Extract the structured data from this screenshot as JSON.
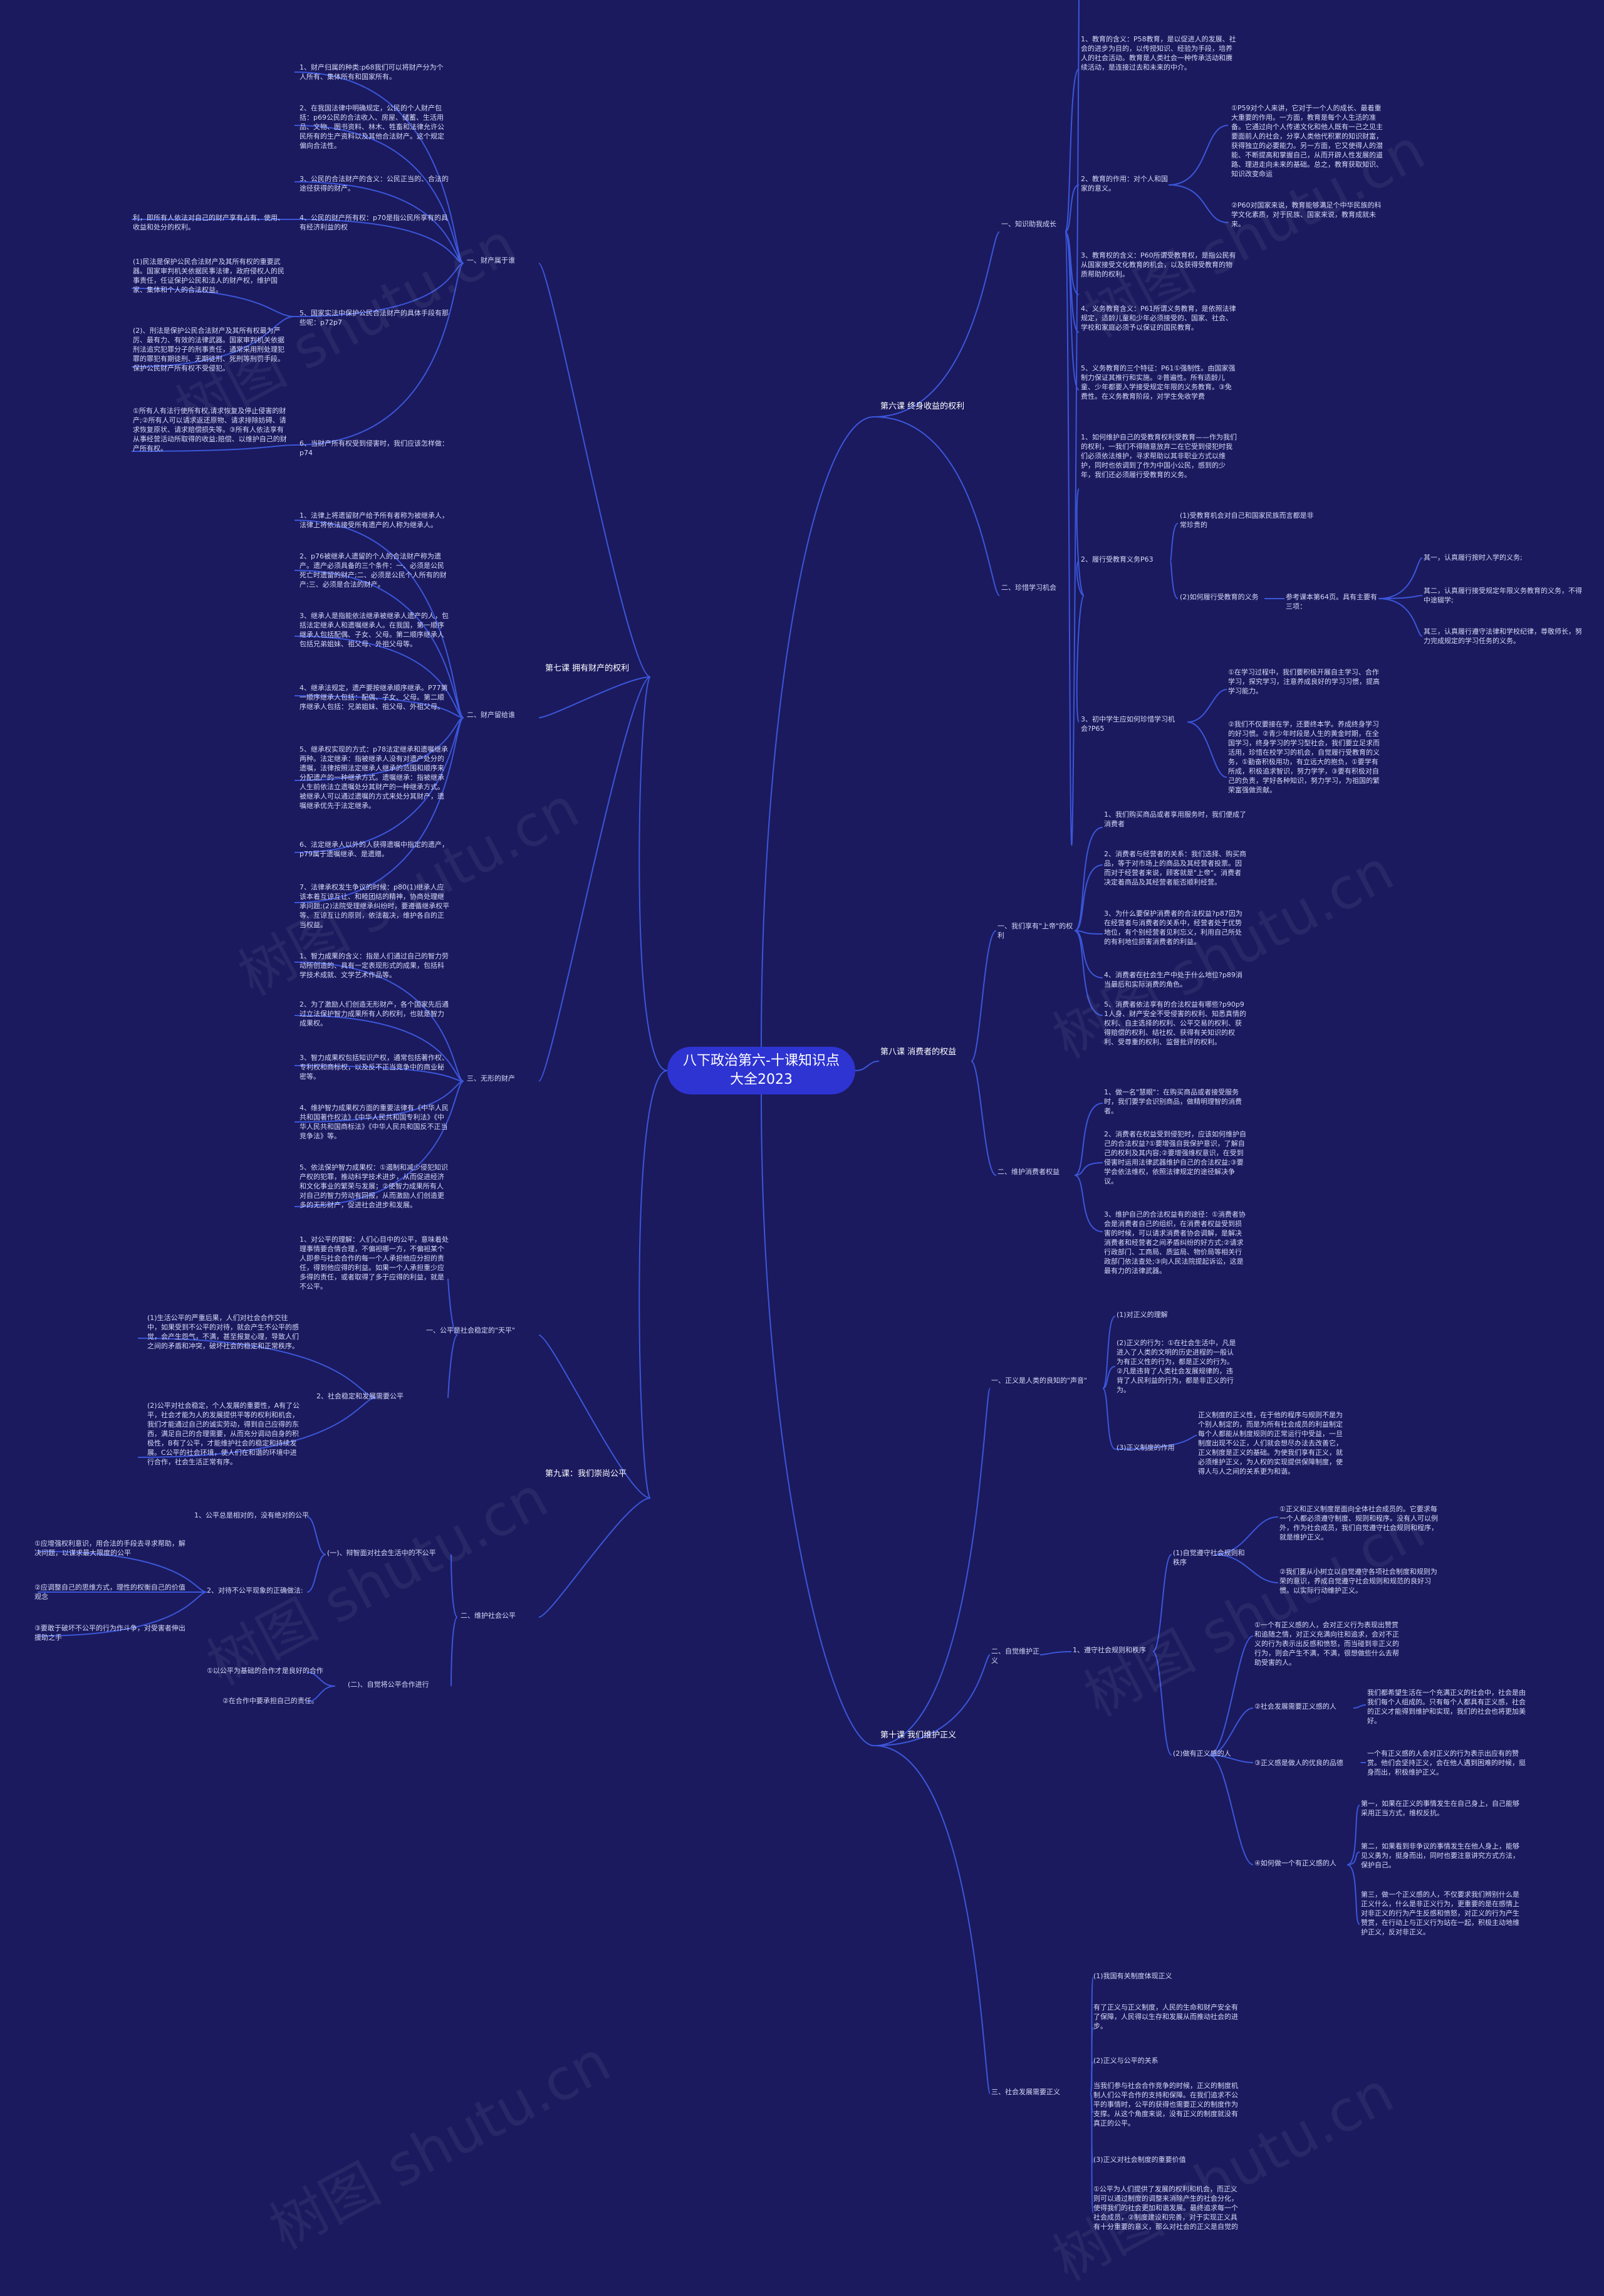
{
  "center": {
    "title": "八下政治第六-十课知识点\n大全2023"
  },
  "watermark": "树图 shutu.cn",
  "lessons": {
    "l6": "第六课 终身收益的权利",
    "l7": "第七课 拥有财产的权利",
    "l8": "第八课 消费者的权益",
    "l9": "第九课：我们崇尚公平",
    "l10": "第十课 我们维护正义"
  },
  "l6": {
    "s1": "一、知识助我成长",
    "s1_items": [
      "1、教育的含义：P58教育，是以促进人的发展、社会的进步为目的，以传授知识、经验为手段，培养人的社会活动。教育是人类社会一种传承活动和赓续活动，是连接过去和未来的中介。",
      "2、教育的作用：对个人和国家的意义。",
      "①P59对个人来讲，它对于一个人的成长、最着重大重要的作用。一方面，教育是每个人生活的准备。它通过向个人传递文化和他人既有一己之见主要面前人的社会，分享人类他代积累的知识财富，获得独立的必要能力。另一方面，它又使得人的潜能、不断提高和掌握自己，从而开辟人性发展的道路、理进走向未来的基础。总之，教育获取知识、知识改变命运",
      "②P60对国家来说，教育能够满足个中华民族的科学文化素质，对于民族、国家来说，教育成就未来。",
      "3、教育权的含义：P60所谓受教育权，是指公民有从国家接受文化教育的机会，以及获得受教育的物质帮助的权利。",
      "4、义务教育含义：P61所谓义务教育，是依照法律规定，适龄儿童和少年必须接受的、国家、社会、学校和家庭必须予以保证的国民教育。",
      "5、义务教育的三个特征：P61①强制性。由国家强制力保证其推行和实施。②普遍性。所有适龄儿童、少年都要入学接受规定年限的义务教育。③免费性。在义务教育阶段，对学生免收学费"
    ],
    "s2": "二、珍惜学习机会",
    "s2_items": [
      "1、如何维护自己的受教育权利受教育——作为我们的权利，一我们不得随意放弃二在它受到侵犯时我们必须依法维护，寻求帮助以其非职业方式以维护，同时也依调到了作为中国小公民，感到的少年，我们还必须履行受教育的义务。",
      "2、履行受教育义务P63",
      "(1)受教育机会对自己和国家民族而言都是非常珍贵的",
      "(2)如何履行受教育的义务",
      "参考课本第64页。具有主要有三项：",
      "其一，认真履行按时入学的义务;",
      "其二，认真履行接受规定年限义务教育的义务，不得中途辍学;",
      "其三，认真履行遵守法律和学校纪律，尊敬师长，努力完成规定的学习任务的义务。",
      "3、初中学生应如何珍惜学习机会?P65",
      "①在学习过程中，我们要积极开展自主学习、合作学习，探究学习，注意养成良好的学习习惯，提高学习能力。",
      "②我们不仅要接在学，还要终本学。养成终身学习的好习惯。②青少年时段是人生的黄金时期，在全国学习，终身学习的学习型社会，我们要立足求而活用，珍惜在校学习的机会，自觉履行受教育的义务，①勤奋积极用功，有立远大的抱负，①要学有所成，积极追求智识，努力学学，③要有积极对自己的负责，学好各种知识，努力学习，为祖国的繁荣富强做贡献。"
    ]
  },
  "l7": {
    "s1": "一、财产属于谁",
    "s1_items": [
      "1、财产归属的种类:p68我们可以将财产分为个人所有、集体所有和国家所有。",
      "2、在我国法律中明确规定，公民的个人财产包括：p69公民的合法收入、房屋、储蓄、生活用品、文物、图书资料、林木、牲畜和法律允许公民所有的生产资料以及其他合法财产。这个规定偏向合法性。",
      "3、公民的合法财产的含义：公民正当的、合法的途径获得的财产。",
      "4、公民的财产所有权：p70是指公民所享有的具有经济利益的权",
      "利，即所有人依法对自己的财产享有占有、使用、收益和处分的权利。",
      "5、国家实法中保护公民合法财产的具体手段有那些呢：p72p7",
      "(1)民法是保护公民合法财产及其所有权的重要武器。国家审判机关依据民事法律，政府侵权人的民事责任，任证保护公民和法人的财产权，维护国家、集体和个人的合法权益。",
      "(2)、刑法是保护公民合法财产及其所有权最为严厉、最有力、有效的法律武器。国家审判机关依据刑法追究犯罪分子的刑事责任，通常采用刑处理犯罪的罪犯有期徒刑、无期徒刑、死刑等刑罚手段。保护公民财产所有权不受侵犯。",
      "6、当财产所有权受到侵害时，我们应该怎样做：p74",
      "①所有人有法行使所有权,请求恢复及停止侵害的财产;②所有人可以请求返还原物、请求排除妨碍、请求恢复原状、请求赔偿损失等。③所有人依法享有从事经营活动所取得的收益;赔偿、以维护自己的财产所有权。"
    ],
    "s2": "二、财产留给谁",
    "s2_items": [
      "1、法律上将遗留财产给予所有者称为被继承人，法律上将依法接受所有遗产的人称为继承人。",
      "2、p76被继承人遗留的个人的合法财产称为遗产。遗产必须具备的三个条件：一、必须是公民死亡时遗留的财产;二、必须是公民个人所有的财产;三、必须是合法的财产。",
      "3、继承人是指能依法继承被继承人遗产的人，包括法定继承人和遗嘱继承人。在我国，第一顺序继承人包括配偶、子女、父母。第二顺序继承人包括兄弟姐妹、祖父母、外祖父母等。",
      "4、继承法规定，遗产要按继承顺序继承。P77第一顺序继承人包括：配偶、子女、父母。第二顺序继承人包括：兄弟姐妹、祖父母、外祖父母。",
      "5、继承权实现的方式：p78法定继承和遗嘱继承两种。法定继承：指被继承人没有对遗产处分的遗嘱，法律按照法定继承人继承的范围和顺序来分配遗产的一种继承方式。遗嘱继承：指被继承人生前依法立遗嘱处分其财产的一种继承方式。被继承人可以通过遗嘱的方式来处分其财产，遗嘱继承优先于法定继承。",
      "6、法定继承人以外的人获得遗嘱中指定的遗产，p79属于遗嘱继承、是遗赠。",
      "7、法律承权发生争议的时候：p80(1)继承人应该本着互谅互让、和睦团结的精神，协商处理继承问题;(2)法院受理继承纠纷时，要遵循继承权平等、互谅互让的原则，依法裁决，维护各自的正当权益。"
    ],
    "s3": "三、无形的财产",
    "s3_items": [
      "1、智力成果的含义：指是人们通过自己的智力劳动所创造的、具有一定表现形式的成果，包括科学技术成就、文学艺术作品等。",
      "2、为了激励人们创造无形财产，各个国家先后通过立法保护智力成果所有人的权利，也就是智力成果权。",
      "3、智力成果权包括知识产权，通常包括著作权、专利权和商标权，以及反不正当竞争中的商业秘密等。",
      "4、维护智力成果权方面的重要法律有《中华人民共和国著作权法》《中华人民共和国专利法》《中华人民共和国商标法》《中华人民共和国反不正当竞争法》等。",
      "5、依法保护智力成果权：①遏制和减少侵犯知识产权的犯罪，推动科学技术进步，从而促进经济和文化事业的繁荣与发展；②使智力成果所有人对自己的智力劳动有回报，从而激励人们创造更多的无形财产，促进社会进步和发展。"
    ]
  },
  "l8": {
    "s1": "一、我们享有\"上帝\"的权利",
    "s1_items": [
      "1、我们购买商品或者享用服务时，我们便成了消费者",
      "2、消费者与经营者的关系：我们选择、购买商品，等于对市场上的商品及其经营者投票。因而对于经营者来说，顾客就是\"上帝\"。消费者决定着商品及其经营者能否顺利经营。",
      "3、为什么要保护消费者的合法权益?p87因为在经营者与消费者的关系中，经营者处于优势地位，有个别经营者见利忘义，利用自己所处的有利地位损害消费者的利益。",
      "4、消费者在社会生产中处于什么地位?p89消当最后和实际消费的角色。",
      "5、消费者依法享有的合法权益有哪些?p90p91人身、财产安全不受侵害的权利、知悉真情的权利、自主选择的权利、公平交易的权利、获得赔偿的权利、结社权、获得有关知识的权利、受尊重的权利、监督批评的权利。"
    ],
    "s2": "二、维护消费者权益",
    "s2_items": [
      "1、做一名\"慧眼\"：在购买商品或者接受服务时，我们要学会识别商品，做精明理智的消费者。",
      "2、消费者在权益受到侵犯时，应该如何维护自己的合法权益?①要增强自我保护意识，了解自己的权利及其内容;②要增强维权意识，在受到侵害时运用法律武器维护自己的合法权益;③要学会依法维权，依照法律规定的途径解决争议。",
      "3、维护自己的合法权益有的途径：①消费者协会是消费者自己的组织，在消费者权益受到损害的时候，可以请求消费者协会调解，是解决消费者和经营者之间矛盾纠纷的好方式;②请求行政部门、工商局、质监局、物价局等相关行政部门依法查处;③向人民法院提起诉讼，这是最有力的法律武器。"
    ]
  },
  "l9": {
    "s1": "一、公平是社会稳定的\"天平\"",
    "s1_items": [
      "1、对公平的理解：人们心目中的公平，意味着处理事情要合情合理，不偏袒哪一方，不偏袒某个人即参与社会合作的每一个人承担他应分担的责任，得到他应得的利益。如果一个人承担重少应多得的责任，或者取得了多于应得的利益，就是不公平。",
      "2、社会稳定和发展需要公平",
      "(1)生活公平的严重后果，人们对社会合作交往中，如果受到不公平的对待，就会产生不公平的感觉，会产生怨气，不满，甚至报复心理，导致人们之间的矛盾和冲突，破坏社会的稳定和正常秩序。",
      "(2)公平对社会稳定，个人发展的重要性，A有了公平，社会才能为人的发展提供平等的权利和机会，我们才能通过自己的诚实劳动，得到自己应得的东西，满足自己的合理需要，从而充分调动自身的积极性，B有了公平，才能维护社会的稳定和持续发展。C公平的社会环境，使人们在和谐的环境中进行合作，社会生活正常有序。"
    ],
    "s2": "二、维护社会公平",
    "s2a": "(一)、辩智面对社会生活中的不公平",
    "s2a_items": [
      "1、公平总是相对的，没有绝对的公平",
      "2、对待不公平现象的正确做法:",
      "①应增强权利意识，用合法的手段去寻求帮助，解决问题，以谋求最大限度的公平",
      "②应调整自己的思维方式，理性的权衡自己的价值观念",
      "③要敢于破坏不公平的行为作斗争，对受害者伸出援助之手"
    ],
    "s2b": "(二)、自觉将公平合作进行",
    "s2b_items": [
      "①以公平为基础的合作才是良好的合作",
      "②在合作中要承担自己的责任。"
    ]
  },
  "l10": {
    "s1": "一、正义是人类的良知的\"声音\"",
    "s1_items": [
      "(1)对正义的理解",
      "(2)正义的行为：①在社会生活中，凡是进入了人类的文明的历史进程的一般认为有正义性的行为，都是正义的行为。②凡是违背了人类社会发展规律的，违背了人民利益的行为，都是非正义的行为。",
      "(3)正义制度的作用",
      "正义制度的正义性，在于他的程序与规则不是为个别人制定的，而是为所有社会成员的利益制定每个人都能从制度规则的正常运行中受益，一旦制度出现不公正，人们就会想尽办法去改善它，正义制度是正义的基础。为使我们享有正义，就必须维护正义，为人权的实现提供保障制度，使得人与人之间的关系更为和谐。"
    ],
    "s2": "二、自觉维护正义",
    "s2_b1": "1、遵守社会规则和秩序",
    "s2_items": [
      "(1)自觉遵守社会规则和秩序",
      "①正义和正义制度是面向全体社会成员的。它要求每一个人都必须遵守制度、规则和程序。没有人可以例外，作为社会成员，我们自觉遵守社会规则和程序，就是维护正义。",
      "②我们要从小树立以自觉遵守各项社会制度和规则为荣的意识，养成自觉遵守社会规则和规范的良好习惯。以实际行动维护正义。",
      "(2)做有正义感的人",
      "①一个有正义感的人，会对正义行为表现出赞赏和追随之情，对正义充满向往和追求，会对不正义的行为表示出反感和愤怒，而当碰到非正义的行为，则会产生不满，不满，很想做些什么去帮助受害的人。",
      "②社会发展需要正义感的人",
      "我们都希望生活在一个充满正义的社会中，社会是由我们每个人组成的。只有每个人都具有正义感，社会的正义才能得到维护和实现，我们的社会也将更加美好。",
      "③正义感是做人的优良的品德",
      "一个有正义感的人会对正义的行为表示出应有的赞赏。他们会坚持正义，会在他人遇到困难的时候，挺身而出，积极维护正义。",
      "④如何做一个有正义感的人",
      "第一，如果在正义的事情发生在自己身上，自己能够采用正当方式，维权反抗。",
      "第二，如果看到非争议的事情发生在他人身上，能够见义勇为，挺身而出，同时也要注意讲究方式方法，保护自己。",
      "第三，做一个正义感的人，不仅要求我们辨别什么是正义什么，什么是非正义行为，更重要的是在感情上对非正义的行为产生反感和愤怒，对正义的行为产生赞赏，在行动上与正义行为站在一起，积极主动地维护正义，反对非正义。"
    ],
    "s3": "三、社会发展需要正义",
    "s3_items": [
      "(1)我国有关制度体现正义",
      "有了正义与正义制度，人民的生命和财产安全有了保障，人民得以生存和发展从而推动社会的进步。",
      "(2)正义与公平的关系",
      "当我们参与社会合作竞争的时候，正义的制度机制人们公平合作的支持和保障。在我们追求不公平的事情时，公平的获得也需要正义的制度作为支撑。从这个角度来说，没有正义的制度就没有真正的公平。",
      "(3)正义对社会制度的重要价值",
      "①公平为人们提供了发展的权利和机会，而正义则可以通过制度的调整来消除产生的社会分化，使得我们的社会更加和谐发展。最终追求每一个社会成员，②制度建设和完善，对于实现正义具有十分重要的意义，那么对社会的正义是自觉的"
    ]
  }
}
